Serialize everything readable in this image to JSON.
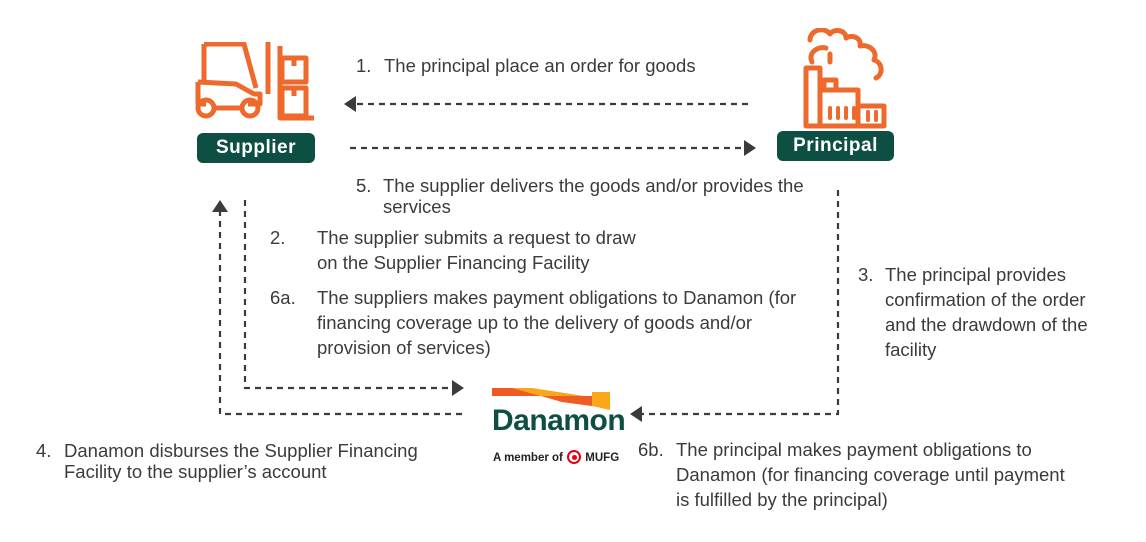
{
  "colors": {
    "icon_orange": "#ee6a2c",
    "badge_green": "#0e4f43",
    "arrow_gray": "#3b3b3b",
    "logo_orange": "#ef5b23",
    "logo_yellow": "#f9a61a",
    "mufg_red": "#e60012"
  },
  "actors": {
    "supplier": {
      "label": "Supplier",
      "icon": "forklift-icon"
    },
    "principal": {
      "label": "Principal",
      "icon": "factory-icon"
    },
    "bank": {
      "name": "Danamon",
      "member_prefix": "A member of",
      "member_brand": "MUFG"
    }
  },
  "steps": {
    "s1": {
      "num": "1.",
      "text": "The principal place an order for goods"
    },
    "s5": {
      "num": "5.",
      "text": "The supplier delivers the goods and/or provides the services"
    },
    "s2": {
      "num": "2.",
      "text": "The supplier submits a request to draw on the Supplier Financing Facility"
    },
    "s6a": {
      "num": "6a.",
      "text": "The suppliers makes payment obligations to Danamon (for financing coverage up to the delivery of goods and/or provision of services)"
    },
    "s3": {
      "num": "3.",
      "text": "The principal provides confirmation of the order and the drawdown of the facility"
    },
    "s4": {
      "num": "4.",
      "text": "Danamon disburses the Supplier Financing Facility to the supplier’s account"
    },
    "s6b": {
      "num": "6b.",
      "text": "The principal makes payment obligations to Danamon (for financing coverage until payment is fulfilled by the principal)"
    }
  },
  "flows": [
    {
      "from": "principal",
      "to": "supplier",
      "step": "1"
    },
    {
      "from": "supplier",
      "to": "principal",
      "step": "5"
    },
    {
      "from": "supplier",
      "to": "bank",
      "step": "2 / 6a"
    },
    {
      "from": "principal",
      "to": "bank",
      "step": "3 / 6b"
    },
    {
      "from": "bank",
      "to": "supplier",
      "step": "4"
    }
  ]
}
